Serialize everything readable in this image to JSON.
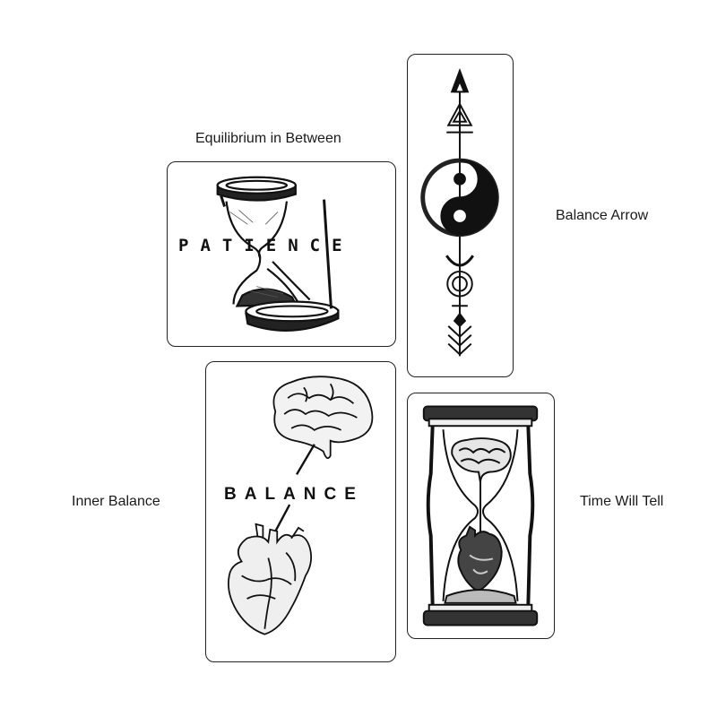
{
  "cards": [
    {
      "caption": "Equilibrium in Between",
      "word": "PATIENCE",
      "icon": "hourglass-icon"
    },
    {
      "caption": "Balance Arrow",
      "icon": "yin-yang-arrow-icon"
    },
    {
      "caption": "Inner Balance",
      "word": "BALANCE",
      "icon": "brain-heart-icon"
    },
    {
      "caption": "Time Will Tell",
      "icon": "hourglass-brain-heart-icon"
    }
  ]
}
